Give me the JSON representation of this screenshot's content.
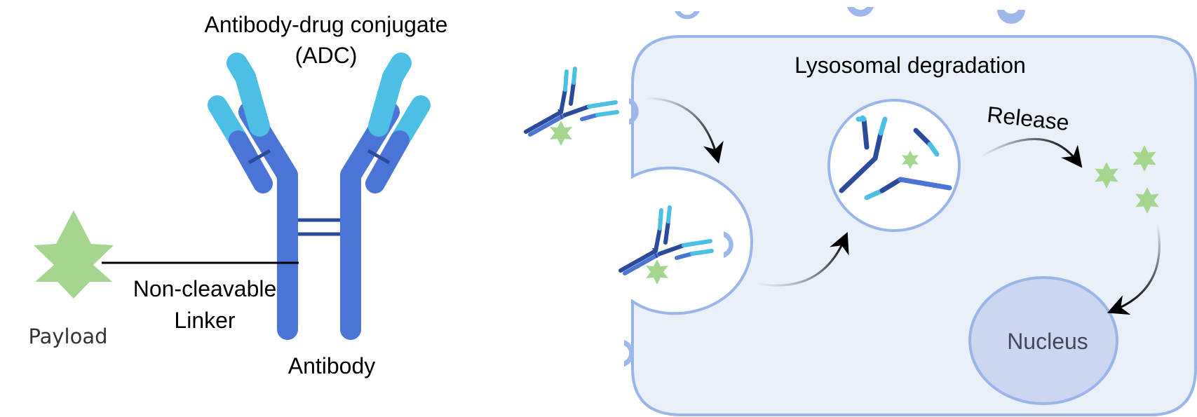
{
  "labels": {
    "adc_title_line1": "Antibody-drug conjugate",
    "adc_title_line2": "(ADC)",
    "payload": "Payload",
    "linker_line1": "Non-cleavable",
    "linker_line2": "Linker",
    "antibody": "Antibody",
    "lysosomal": "Lysosomal degradation",
    "release": "Release",
    "nucleus": "Nucleus"
  },
  "colors": {
    "antibody_dark": "#4a74d6",
    "antibody_light": "#4cc0e4",
    "antibody_navy": "#2b4a9a",
    "payload_green": "#a4d68f",
    "cell_fill": "#eaf0fa",
    "cell_border": "#9ab6e8",
    "nucleus_fill": "#cbd6f0",
    "receptor": "#9fb8ec"
  },
  "icons": {
    "payload": "six-point-star-icon",
    "receptor": "receptor-cup-icon",
    "arrow": "curved-arrow-icon"
  }
}
